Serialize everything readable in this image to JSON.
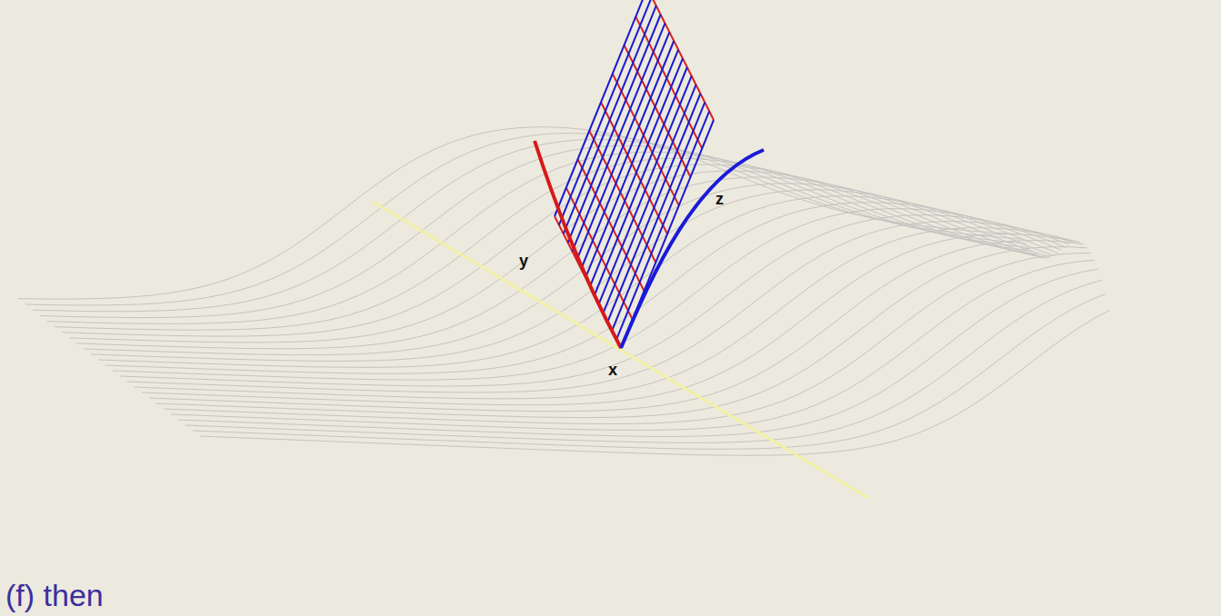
{
  "diagram": {
    "labels": [
      "y",
      "z",
      "x",
      "(f) then"
    ]
  }
}
